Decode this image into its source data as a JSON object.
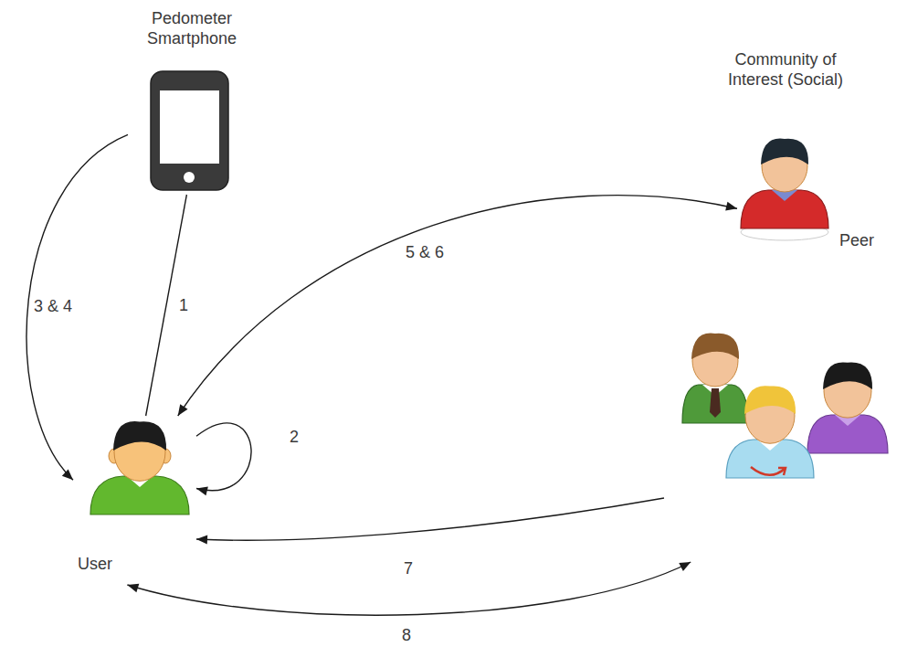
{
  "diagram": {
    "nodes": [
      {
        "text": [
          "Pedometer Smartphone"
        ]
      },
      {
        "text": [
          "Community of Interest (Social)"
        ]
      },
      {
        "text": [
          "Peer"
        ],
        "in": 1
      },
      {
        "text": [
          "User"
        ]
      }
    ],
    "edges": [
      {
        "from": 0,
        "to": 3,
        "arrow": "none",
        "label": "1"
      },
      {
        "from": 0,
        "to": 3,
        "arrow": "to",
        "label": "3 & 4"
      },
      {
        "from": 3,
        "to": 3,
        "arrow": "to",
        "label": "2"
      },
      {
        "from": 3,
        "to": 2,
        "arrow": "both",
        "label": "5 & 6"
      },
      {
        "from": 1,
        "to": 3,
        "arrow": "to",
        "label": "7"
      },
      {
        "from": 3,
        "to": 1,
        "arrow": "both",
        "label": "8"
      }
    ]
  }
}
